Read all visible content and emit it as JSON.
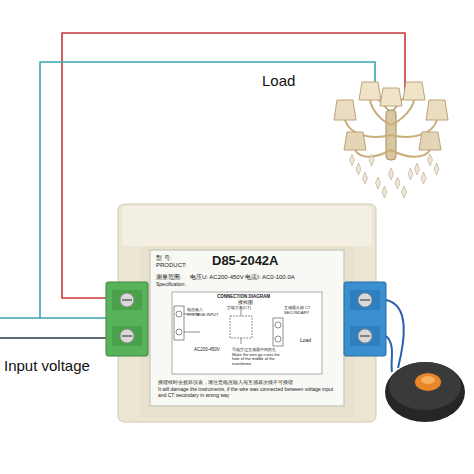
{
  "diagram": {
    "nodes": [
      {
        "text": [
          "型 号:",
          "PRODUCT:",
          "D85-2042A",
          "测量范围:",
          "电压U: AC200-450V 电流I: AC0-100.0A",
          "Specification:",
          "接错线时会损坏仪表，请注意电压输入与互感器次级不可接错",
          "It will damage the instruments, if the wire was connected between voltage input and CT secondary in wrong way"
        ]
      },
      {
        "text": [
          "CONNECTION DIAGRAM",
          "接线图",
          "电压输入 VOLTAGE INPUT",
          "AC200-450V",
          "穿线方向(CT)",
          "互感器次级 CT SECONDARY",
          "导线穿过互感器中间的孔 Make the wire go cross the hole of the middle of the transforme",
          "Load"
        ],
        "in": 0
      }
    ],
    "labels": [
      "Load",
      "Input voltage"
    ]
  }
}
